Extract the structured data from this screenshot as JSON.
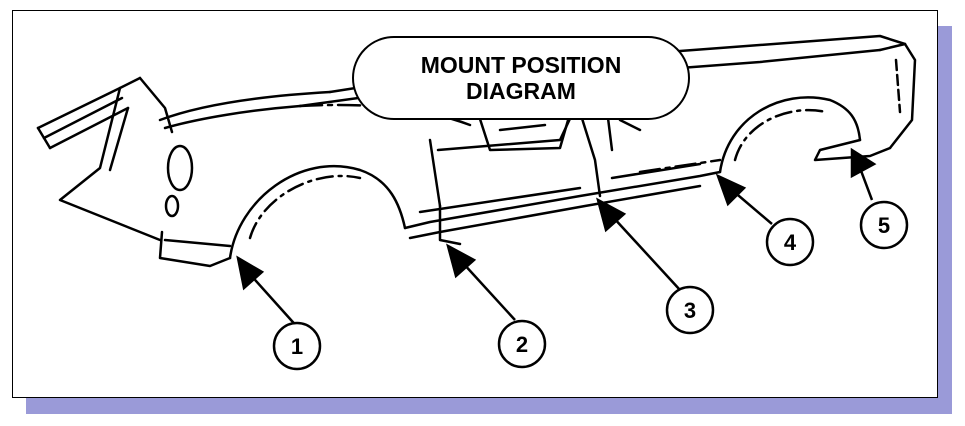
{
  "title": {
    "line1": "MOUNT POSITION",
    "line2": "DIAGRAM"
  },
  "callouts": [
    {
      "label": "1"
    },
    {
      "label": "2"
    },
    {
      "label": "3"
    },
    {
      "label": "4"
    },
    {
      "label": "5"
    }
  ],
  "colors": {
    "shadow": "#9a9ad8",
    "line": "#000000",
    "background": "#ffffff"
  }
}
